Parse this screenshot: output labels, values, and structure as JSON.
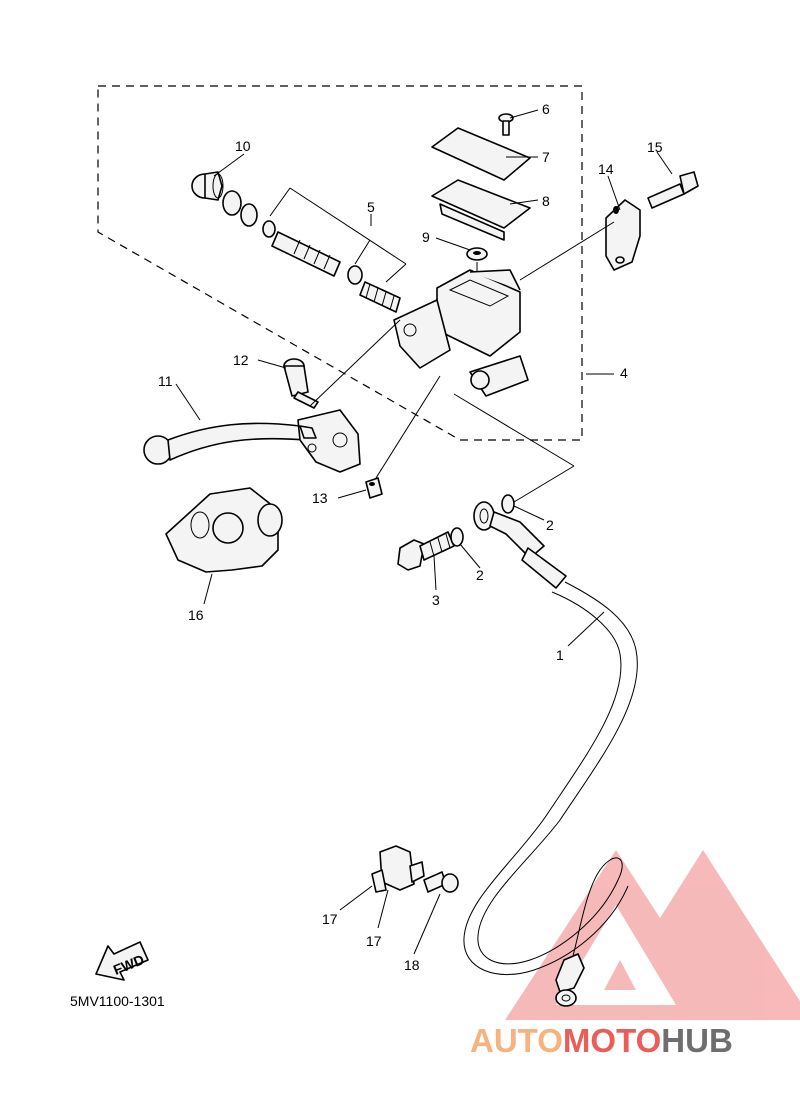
{
  "diagram_code": "5MV1100-1301",
  "fwd_label": "FWD",
  "callouts": {
    "p1": "1",
    "p2a": "2",
    "p2b": "2",
    "p3": "3",
    "p4": "4",
    "p5": "5",
    "p6": "6",
    "p7": "7",
    "p8": "8",
    "p9": "9",
    "p10": "10",
    "p11": "11",
    "p12": "12",
    "p13": "13",
    "p14": "14",
    "p15": "15",
    "p16": "16",
    "p17a": "17",
    "p17b": "17",
    "p18": "18"
  },
  "watermark": {
    "part1": "AUTO",
    "part2": "MOTO",
    "part3": "HUB",
    "color_primary": "#f5a66a",
    "color_accent": "#e8413c",
    "color_dark": "#555555"
  }
}
